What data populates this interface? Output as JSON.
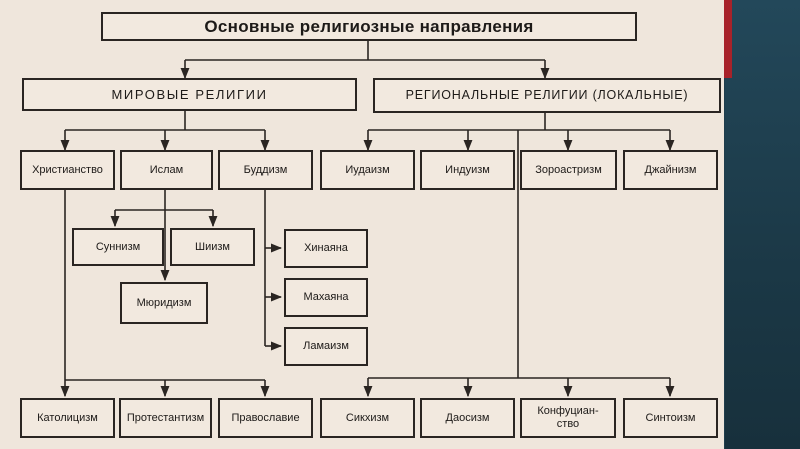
{
  "title": "Основные религиозные направления",
  "world": "МИРОВЫЕ РЕЛИГИИ",
  "regional": "РЕГИОНАЛЬНЫЕ РЕЛИГИИ (ЛОКАЛЬНЫЕ)",
  "christianity": "Христианство",
  "islam": "Ислам",
  "buddhism": "Буддизм",
  "judaism": "Иудаизм",
  "hinduism": "Индуизм",
  "zoroastrianism": "Зороастризм",
  "jainism": "Джайнизм",
  "sunnism": "Суннизм",
  "shiism": "Шиизм",
  "muridism": "Мюридизм",
  "hinayana": "Хинаяна",
  "mahayana": "Махаяна",
  "lamaism": "Ламаизм",
  "catholicism": "Католицизм",
  "protestantism": "Протестантизм",
  "orthodoxy": "Православие",
  "sikhism": "Сикхизм",
  "taoism": "Даосизм",
  "confucianism": "Конфуциан-ство",
  "shinto": "Синтоизм",
  "colors": {
    "paper": "#efe6dc",
    "ink": "#2a2522",
    "backdrop": "#1f3d4c",
    "accent": "#a8222a"
  }
}
